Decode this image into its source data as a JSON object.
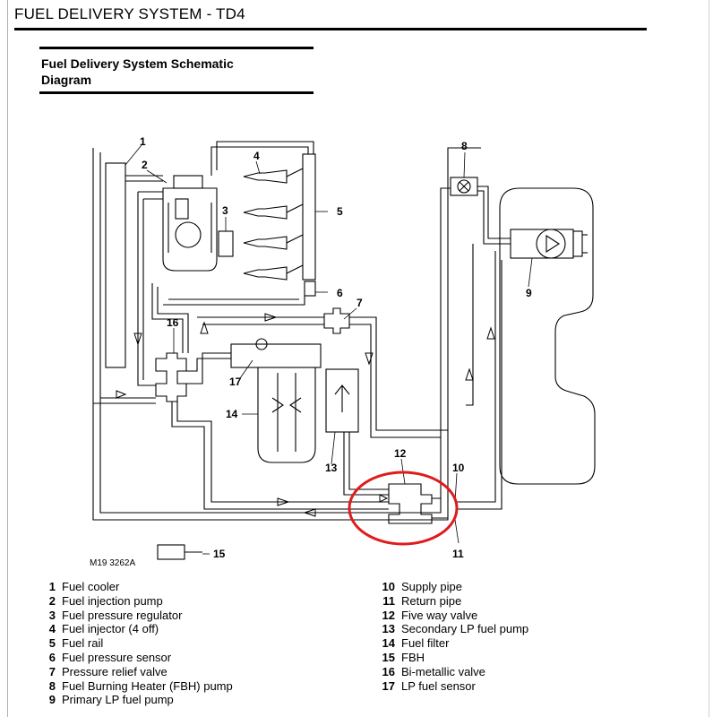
{
  "header": {
    "title": "FUEL DELIVERY SYSTEM - TD4"
  },
  "section": {
    "title_line1": "Fuel Delivery System Schematic",
    "title_line2": "Diagram"
  },
  "diagram": {
    "figure_code": "M19 3262A",
    "callouts": [
      "1",
      "2",
      "3",
      "4",
      "5",
      "6",
      "7",
      "8",
      "9",
      "10",
      "11",
      "12",
      "13",
      "14",
      "15",
      "16",
      "17"
    ],
    "highlight_color": "#e01b1b",
    "line_color": "#000000"
  },
  "legend": {
    "left": [
      {
        "num": "1",
        "label": "Fuel cooler"
      },
      {
        "num": "2",
        "label": "Fuel injection pump"
      },
      {
        "num": "3",
        "label": "Fuel pressure regulator"
      },
      {
        "num": "4",
        "label": "Fuel injector (4 off)"
      },
      {
        "num": "5",
        "label": "Fuel rail"
      },
      {
        "num": "6",
        "label": "Fuel pressure sensor"
      },
      {
        "num": "7",
        "label": "Pressure relief valve"
      },
      {
        "num": "8",
        "label": "Fuel Burning Heater (FBH) pump"
      },
      {
        "num": "9",
        "label": "Primary LP fuel pump"
      }
    ],
    "right": [
      {
        "num": "10",
        "label": "Supply pipe"
      },
      {
        "num": "11",
        "label": "Return pipe"
      },
      {
        "num": "12",
        "label": "Five way valve"
      },
      {
        "num": "13",
        "label": "Secondary LP fuel pump"
      },
      {
        "num": "14",
        "label": "Fuel filter"
      },
      {
        "num": "15",
        "label": "FBH"
      },
      {
        "num": "16",
        "label": "Bi-metallic valve"
      },
      {
        "num": "17",
        "label": "LP fuel sensor"
      }
    ]
  }
}
